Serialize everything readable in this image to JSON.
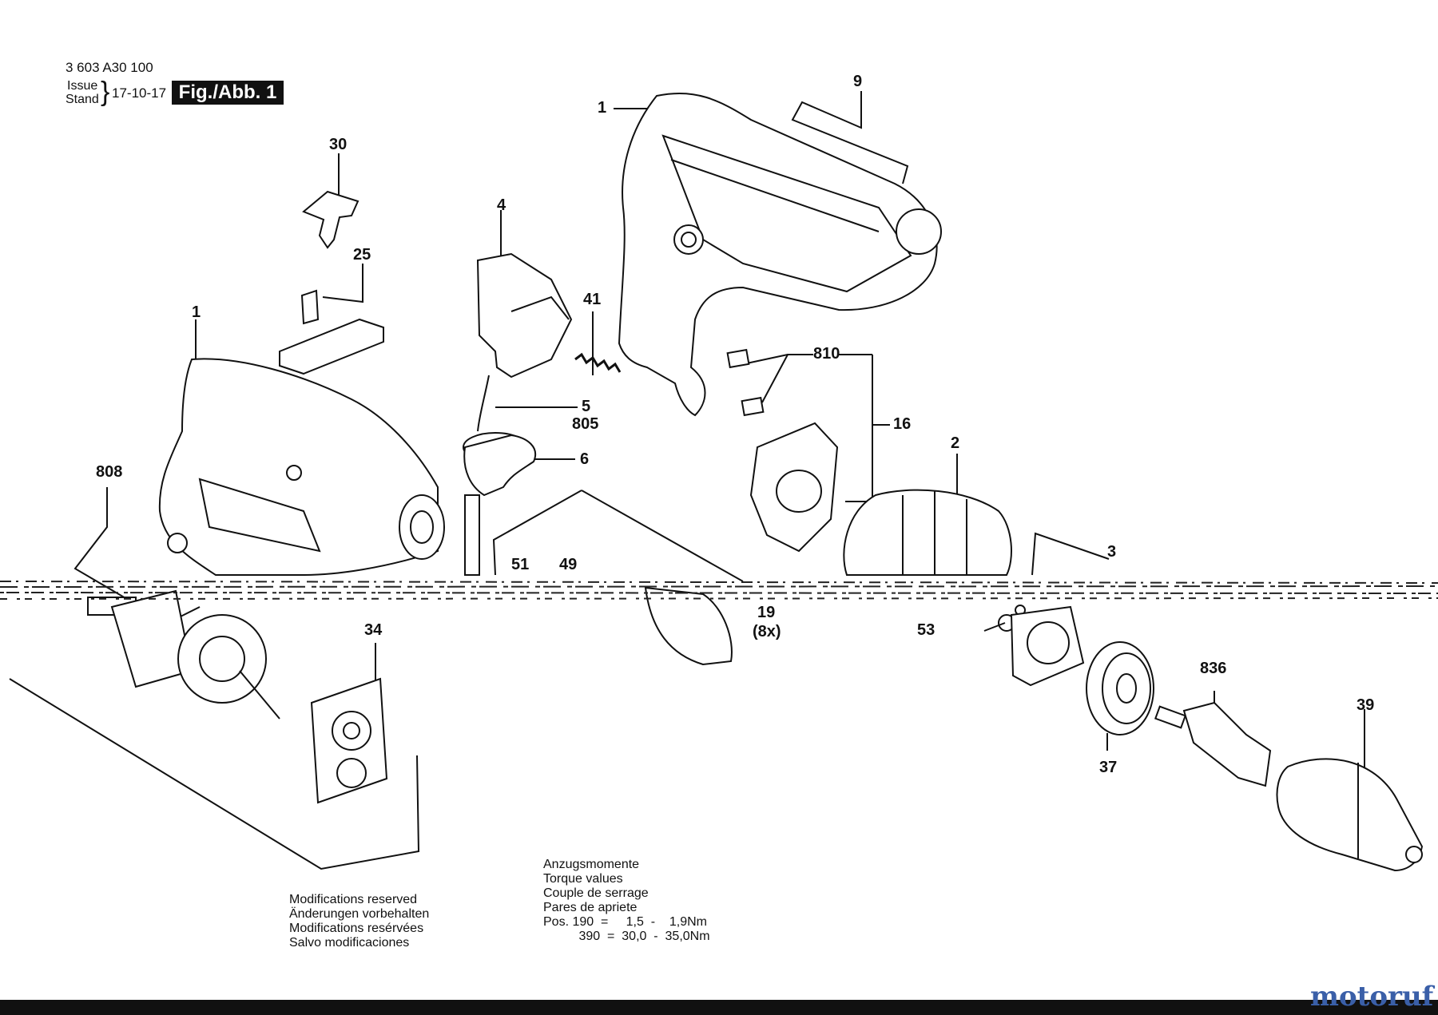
{
  "header": {
    "part_number": "3 603 A30 100",
    "issue_label": "Issue",
    "stand_label": "Stand",
    "date": "17-10-17",
    "figure_label": "Fig./Abb. 1"
  },
  "callouts": {
    "c1_housing": "1",
    "c9": "9",
    "c30": "30",
    "c25": "25",
    "c4": "4",
    "c41": "41",
    "c1_drill": "1",
    "c810": "810",
    "c5": "5",
    "c805": "805",
    "c6": "6",
    "c16": "16",
    "c808": "808",
    "c2": "2",
    "c3": "3",
    "c51": "51",
    "c49": "49",
    "c19": "19",
    "c19_qty": "(8x)",
    "c53": "53",
    "c34": "34",
    "c836": "836",
    "c39": "39",
    "c37": "37"
  },
  "torque": {
    "lines": [
      "Anzugsmomente",
      "Torque values",
      "Couple de serrage",
      "Pares de apriete"
    ],
    "row1": "Pos. 190  =     1,5  -    1,9Nm",
    "row2": "          390  =  30,0  -  35,0Nm"
  },
  "modifications": [
    "Modifications reserved",
    "Änderungen vorbehalten",
    "Modifications resérvées",
    "Salvo modificaciones"
  ],
  "watermark": "motoruf"
}
